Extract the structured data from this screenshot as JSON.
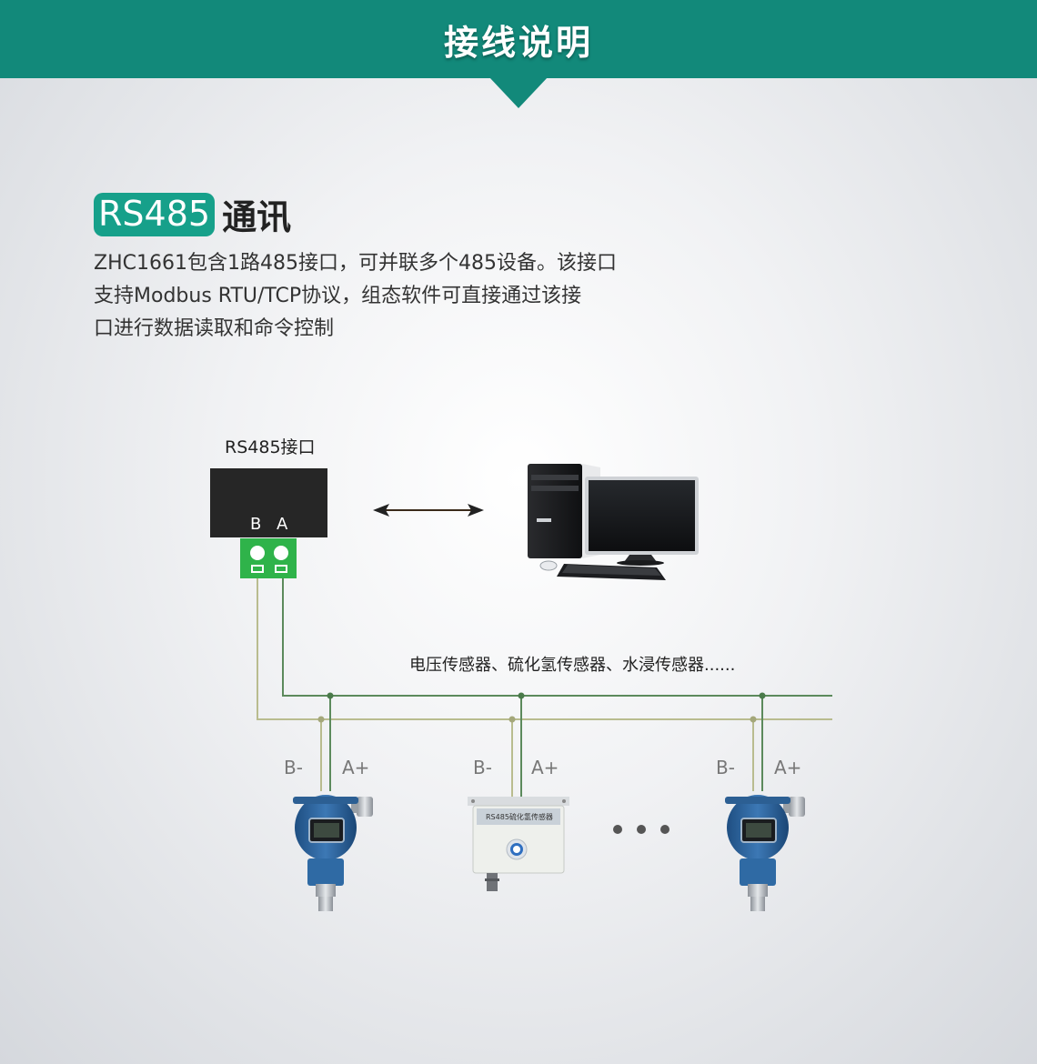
{
  "header": {
    "title": "接线说明"
  },
  "section": {
    "badge": "RS485",
    "title": "通讯",
    "description_lines": [
      "ZHC1661包含1路485接口，可并联多个485设备。该接口",
      "支持Modbus RTU/TCP协议，组态软件可直接通过该接",
      "口进行数据读取和命令控制"
    ]
  },
  "diagram": {
    "interface_label": "RS485接口",
    "terminal_labels": [
      "B",
      "A"
    ],
    "sensors_caption": "电压传感器、硫化氢传感器、水浸传感器......",
    "sensor_pins": {
      "b_label": "B-",
      "a_label": "A+"
    },
    "h2s_sensor_label": "RS485硫化氢传感器",
    "colors": {
      "header": "#12897a",
      "badge": "#16a08a",
      "line_a": "#5c8a5c",
      "line_b": "#b9bc8f",
      "terminal_green": "#2fb34a"
    }
  }
}
